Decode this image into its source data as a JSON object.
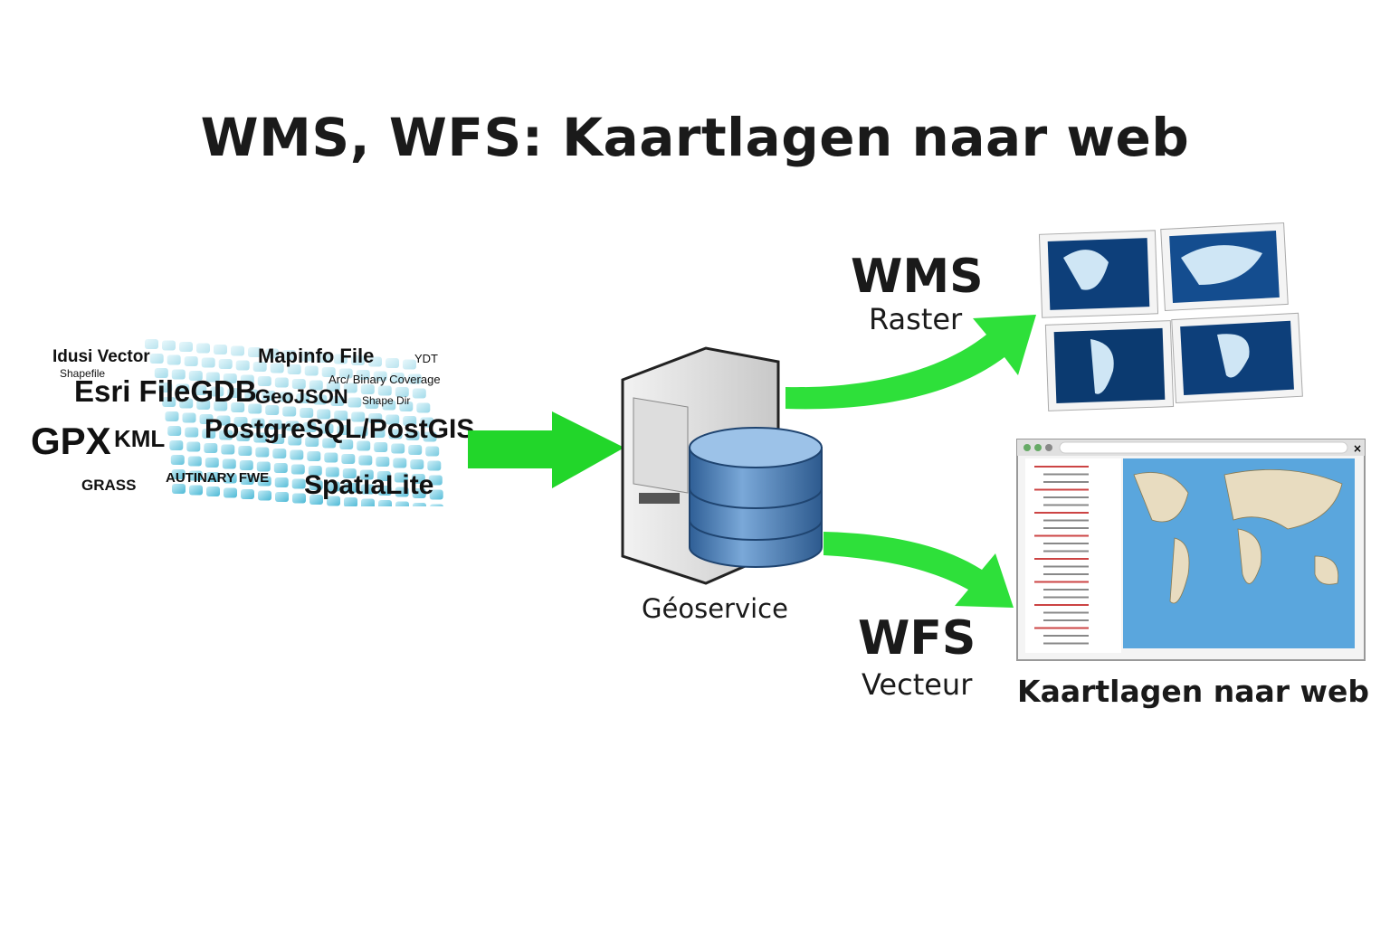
{
  "title": "WMS, WFS: Kaartlagen naar web",
  "formats": {
    "idusi": "Idusi Vector",
    "mapinfo": "Mapinfo File",
    "ydt": "YDT",
    "shapefile": "Shapefile",
    "esri": "Esri FileGDB",
    "geojson": "GeoJSON",
    "arc": "Arc/ Binary Coverage",
    "shapedir": "Shape Dir",
    "gpx": "GPX",
    "kml": "KML",
    "postgis": "PostgreSQL/PostGIS",
    "grass": "GRASS",
    "binary": "AUTINARY FWE",
    "spatialite": "SpatiaLite"
  },
  "server_label": "Géoservice",
  "wms": {
    "title": "WMS",
    "subtitle": "Raster"
  },
  "wfs": {
    "title": "WFS",
    "subtitle": "Vecteur"
  },
  "web_label": "Kaartlagen naar web",
  "colors": {
    "arrow": "#22d62a",
    "db": "#4a7fb5",
    "map_sea": "#0d3f7a",
    "web_sea": "#5aa6dd"
  }
}
